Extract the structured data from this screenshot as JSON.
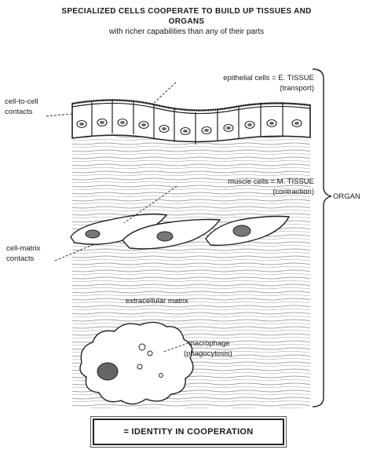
{
  "title": {
    "line1": "SPECIALIZED CELLS COOPERATE TO BUILD UP TISSUES AND",
    "line2": "ORGANS",
    "subtitle": "with richer capabilities than any of their parts"
  },
  "labels": {
    "epithelial": "epithelial cells = E. TISSUE",
    "epithelial_role": "(transport)",
    "cell_to_cell_1": "cell-to-cell",
    "cell_to_cell_2": "contacts",
    "muscle": "muscle cells = M. TISSUE",
    "muscle_role": "(contraction)",
    "organ": "ORGAN",
    "cell_matrix_1": "cell-matrix",
    "cell_matrix_2": "contacts",
    "ecm": "extracellular matrix",
    "macrophage": "macrophage",
    "macrophage_role": "(phagocytosis)"
  },
  "footer": {
    "box_text": "= IDENTITY IN COOPERATION"
  }
}
